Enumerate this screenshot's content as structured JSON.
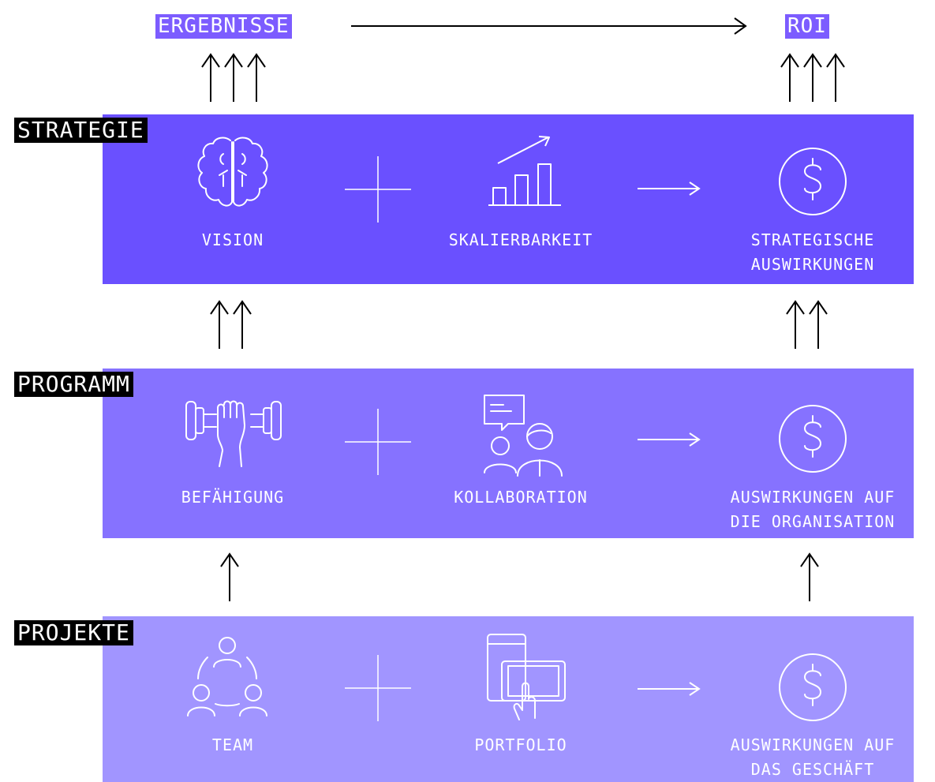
{
  "header": {
    "left_label": "ERGEBNISSE",
    "right_label": "ROI",
    "label_bg": "#7c5cff"
  },
  "bands": {
    "strategie": {
      "label": "STRATEGIE",
      "color": "#6a50ff",
      "items": {
        "a": {
          "label": "VISION",
          "icon": "brain-icon"
        },
        "b": {
          "label": "SKALIERBARKEIT",
          "icon": "growth-chart-icon"
        },
        "c": {
          "line1": "STRATEGISCHE",
          "line2": "AUSWIRKUNGEN",
          "icon": "dollar-icon"
        }
      }
    },
    "programm": {
      "label": "PROGRAMM",
      "color": "#8672ff",
      "items": {
        "a": {
          "label": "BEFÄHIGUNG",
          "icon": "dumbbell-hand-icon"
        },
        "b": {
          "label": "KOLLABORATION",
          "icon": "collaboration-icon"
        },
        "c": {
          "line1": "AUSWIRKUNGEN AUF",
          "line2": "DIE ORGANISATION",
          "icon": "dollar-icon"
        }
      }
    },
    "projekte": {
      "label": "PROJEKTE",
      "color": "#a195ff",
      "items": {
        "a": {
          "label": "TEAM",
          "icon": "team-icon"
        },
        "b": {
          "label": "PORTFOLIO",
          "icon": "devices-touch-icon"
        },
        "c": {
          "line1": "AUSWIRKUNGEN AUF",
          "line2": "DAS GESCHÄFT",
          "icon": "dollar-icon"
        }
      }
    }
  }
}
